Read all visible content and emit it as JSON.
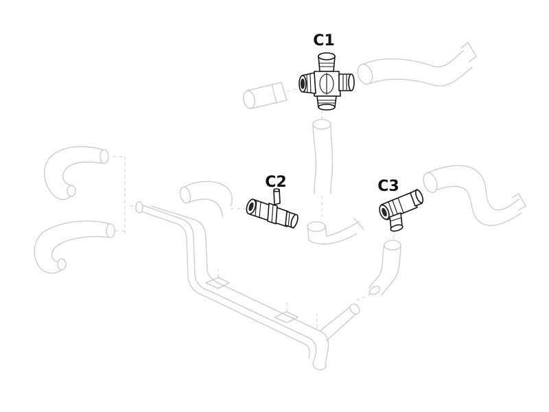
{
  "callouts": [
    {
      "id": "c1",
      "label": "C1"
    },
    {
      "id": "c2",
      "label": "C2"
    },
    {
      "id": "c3",
      "label": "C3"
    }
  ]
}
